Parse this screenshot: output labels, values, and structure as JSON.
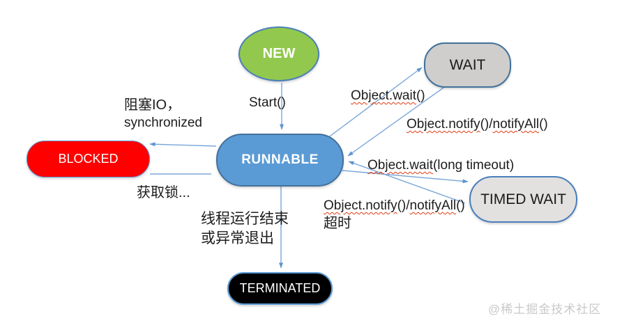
{
  "nodes": {
    "new": "NEW",
    "runnable": "RUNNABLE",
    "blocked": "BLOCKED",
    "wait": "WAIT",
    "timed_wait": "TIMED WAIT",
    "terminated": "TERMINATED"
  },
  "edge_labels": {
    "start": [
      {
        "t": "Start()"
      }
    ],
    "blocking_io_line1": [
      {
        "t": "阻塞IO，"
      }
    ],
    "blocking_io_line2": [
      {
        "t": "synchronized"
      }
    ],
    "acquire_lock": [
      {
        "t": "获取锁..."
      }
    ],
    "object_wait": [
      {
        "t": "Object.wait",
        "w": true
      },
      {
        "t": "()"
      }
    ],
    "object_notify_top": [
      {
        "t": "Object.notify",
        "w": true
      },
      {
        "t": "()/"
      },
      {
        "t": "notifyAll",
        "w": true
      },
      {
        "t": "()"
      }
    ],
    "object_wait_long_timeout": [
      {
        "t": "Object.wait",
        "w": true
      },
      {
        "t": "(long timeout)"
      }
    ],
    "object_notify_bottom_line1": [
      {
        "t": "Object.notify",
        "w": true
      },
      {
        "t": "()/"
      },
      {
        "t": "notifyAll",
        "w": true
      },
      {
        "t": "()"
      }
    ],
    "object_notify_bottom_line2": [
      {
        "t": "超时"
      }
    ],
    "terminate_line1": [
      {
        "t": "线程运行结束"
      }
    ],
    "terminate_line2": [
      {
        "t": "或异常退出"
      }
    ]
  },
  "watermark": "@稀土掘金技术社区",
  "colors": {
    "new_fill": "#92C84E",
    "runnable_fill": "#5B9BD5",
    "blocked_fill": "#FE0000",
    "wait_fill": "#CFCECC",
    "timed_wait_fill": "#E2E1DF",
    "terminated_fill": "#000000",
    "node_border_blue": "#41719C",
    "arrow": "#78A6D8",
    "squiggle": "#E0390F",
    "watermark_gray": "#C9C9C9"
  }
}
